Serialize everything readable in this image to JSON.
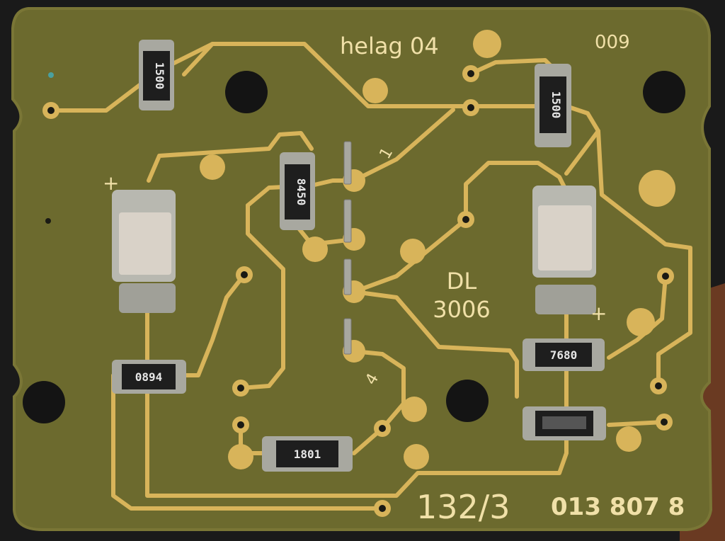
{
  "photo": {
    "colors": {
      "background": "#1a1a1a",
      "board": "#6c6a2e",
      "board_edge": "#7a7636",
      "trace": "#d8b45a",
      "silkscreen": "#f0e0a8",
      "resistor_body": "#1e1e1e",
      "component_white": "#d9d2c8",
      "solder": "#a8a8a0",
      "table_wood": "#6a3a22"
    },
    "board_labels": {
      "maker": "helag 04",
      "board_no": "009",
      "part_line1": "DL",
      "part_line2": "3006",
      "part_number": "132/3",
      "serial": "013 807 8",
      "plus_left": "+",
      "plus_right": "+",
      "pin1": "1",
      "pin4": "4"
    },
    "resistor_codes": {
      "r1": "1500",
      "r2": "1500",
      "r3": "8450",
      "r4": "0894",
      "r5": "7680",
      "r6": "1801"
    }
  }
}
